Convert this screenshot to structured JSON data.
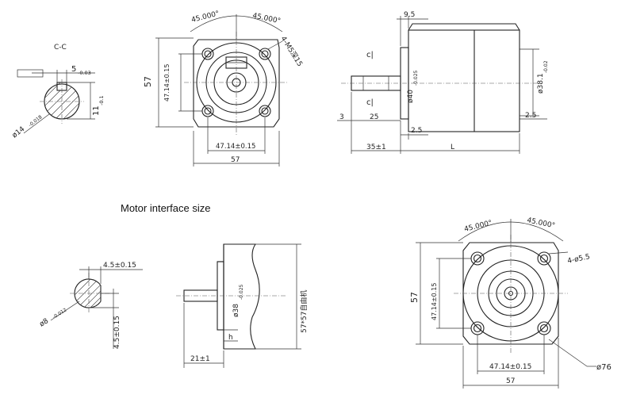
{
  "section_title": "Motor interface size",
  "top": {
    "section_label": "C-C",
    "keyway_width": "5",
    "keyway_width_tol": "-0.03",
    "keyway_depth": "11",
    "keyway_depth_tol": "-0.1",
    "shaft_dia_cc": "ø14",
    "shaft_dia_cc_tol": "-0.018",
    "flange_size": "57",
    "bolt_spacing_v": "47.14±0.15",
    "bolt_spacing_h": "47.14±0.15",
    "flange_width": "57",
    "angle_left": "45.000°",
    "angle_right": "45.000°",
    "holes": "4-M5深15",
    "dim_top": "9.5",
    "section_mark_top": "c|",
    "section_mark_bottom": "c|",
    "pilot_dia": "ø40",
    "pilot_tol": "-0.025",
    "body_dia": "ø38.1",
    "body_dia_tol": "-0.02",
    "dim_3": "3",
    "dim_25": "25",
    "dim_2_5a": "2.5",
    "dim_2_5b": "2.5",
    "dim_35": "35±1",
    "dim_L": "L"
  },
  "bottom": {
    "flat_width": "4.5±0.15",
    "flat_height": "4.5±0.15",
    "shaft_dia": "ø8",
    "shaft_dia_tol": "-0.012",
    "pilot_dia": "ø38",
    "pilot_tol": "-0.025",
    "motor_size": "57*57自由机",
    "dim_21": "21±1",
    "dim_h": "h",
    "flange_size": "57",
    "bolt_spacing_v": "47.14±0.15",
    "bolt_spacing_h": "47.14±0.15",
    "flange_width": "57",
    "angle_left": "45.000°",
    "angle_right": "45.000°",
    "holes": "4-ø5.5",
    "outer_dia": "ø76"
  }
}
